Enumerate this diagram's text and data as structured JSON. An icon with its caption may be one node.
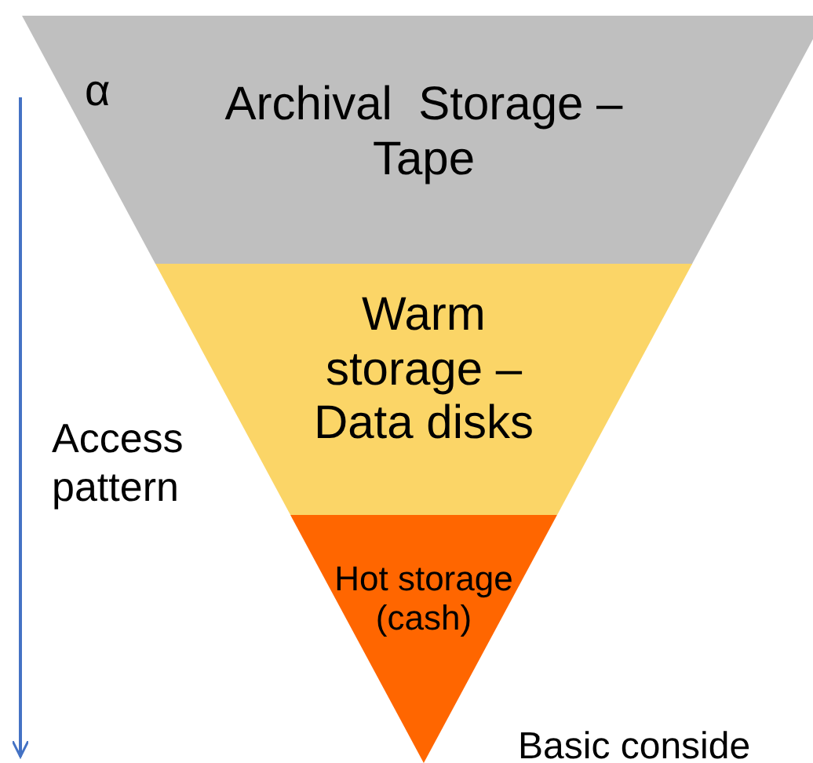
{
  "diagram": {
    "nodes": [
      {
        "text": [
          "Archival  Storage – Tape"
        ]
      },
      {
        "text": [
          "Warm storage – Data disks"
        ]
      },
      {
        "text": [
          "Hot storage (cash)"
        ]
      }
    ],
    "edges": [],
    "labels": [
      "α",
      "Access pattern",
      "Basic conside"
    ]
  }
}
